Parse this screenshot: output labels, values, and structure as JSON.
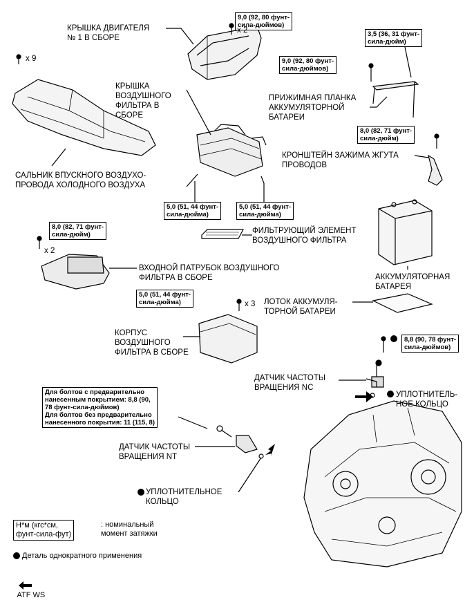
{
  "labels": {
    "engine_cover": "КРЫШКА ДВИГАТЕЛЯ\n№ 1 В СБОРЕ",
    "air_cleaner_cap": "КРЫШКА\nВОЗДУШНОГО\nФИЛЬТРА В\nСБОРЕ",
    "battery_clamp": "ПРИЖИМНАЯ ПЛАНКА\nАККУМУЛЯТОРНОЙ\nБАТАРЕИ",
    "wire_harness_bracket": "КРОНШТЕЙН ЗАЖИМА ЖГУТА\nПРОВОДОВ",
    "cool_air_seal": "САЛЬНИК ВПУСКНОГО ВОЗДУХО-\nПРОВОДА ХОЛОДНОГО ВОЗДУХА",
    "filter_element": "ФИЛЬТРУЮЩИЙ ЭЛЕМЕНТ\nВОЗДУШНОГО ФИЛЬТРА",
    "inlet_assy": "ВХОДНОЙ ПАТРУБОК ВОЗДУШНОГО\nФИЛЬТРА В СБОРЕ",
    "battery": "АККУМУЛЯТОРНАЯ\nБАТАРЕЯ",
    "battery_tray": "ЛОТОК АККУМУЛЯ-\nТОРНОЙ БАТАРЕИ",
    "case": "КОРПУС\nВОЗДУШНОГО\nФИЛЬТРА В СБОРЕ",
    "nc_sensor": "ДАТЧИК ЧАСТОТЫ\nВРАЩЕНИЯ NC",
    "oring_right": "УПЛОТНИТЕЛЬ-\nНОЕ КОЛЬЦО",
    "nt_sensor": "ДАТЧИК ЧАСТОТЫ\nВРАЩЕНИЯ NT",
    "oring_bottom": "УПЛОТНИТЕЛЬНОЕ\nКОЛЬЦО"
  },
  "torques": {
    "t1": "9,0 (92, 80 фунт-\nсила-дюймов)",
    "t2": "3,5 (36, 31 фунт-\nсила-дюйм)",
    "t3": "9,0 (92, 80 фунт-\nсила-дюймов)",
    "t4": "8,0 (82, 71 фунт-\nсила-дюйм)",
    "t5": "5,0 (51, 44 фунт-\nсила-дюйма)",
    "t6": "5,0 (51, 44 фунт-\nсила-дюйма)",
    "t7": "8,0 (82, 71 фунт-\nсила-дюйм)",
    "t8": "5,0 (51, 44 фунт-\nсила-дюйма)",
    "t9": "8,8 (90, 78 фунт-\nсила-дюймов)",
    "t10": "Для болтов с предварительно\nнанесенным покрытием: 8,8 (90,\n78 фунт-сила-дюймов)\nДля болтов без предварительно\nнанесенного покрытия: 11 (115, 8)"
  },
  "quantities": {
    "q_engine_cover": "x 2",
    "q_seal": "x 9",
    "q_inlet": "x 2",
    "q_case": "x 3"
  },
  "legend": {
    "unit_box": "Н*м (кгс*см,\nфунт-сила-фут)",
    "unit_desc": ": номинальный\nмомент затяжки",
    "single_use": "Деталь однократного применения",
    "atf": "ATF WS"
  }
}
